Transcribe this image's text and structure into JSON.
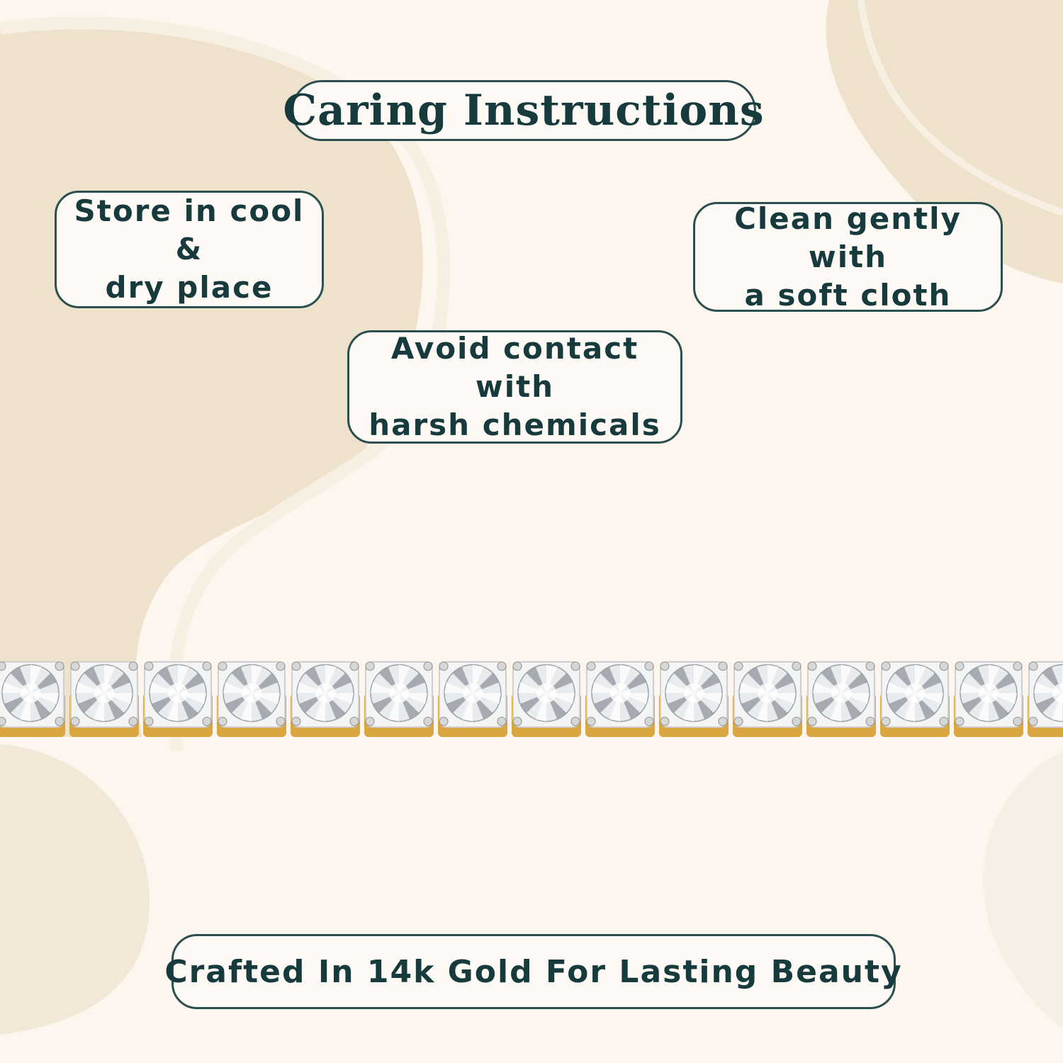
{
  "title": "Caring Instructions",
  "tips": [
    "Store in cool &\ndry place",
    "Clean gently with\na soft cloth",
    "Avoid contact with\nharsh chemicals"
  ],
  "tagline": "Crafted In 14k Gold For Lasting Beauty",
  "colors": {
    "background": "#fcf6ee",
    "shape_fill": "#efe2cc",
    "border": "#2b4f4f",
    "text": "#173a3d",
    "gold": "#d9a640"
  },
  "product_image": "gold-tennis-bracelet-with-round-diamonds"
}
